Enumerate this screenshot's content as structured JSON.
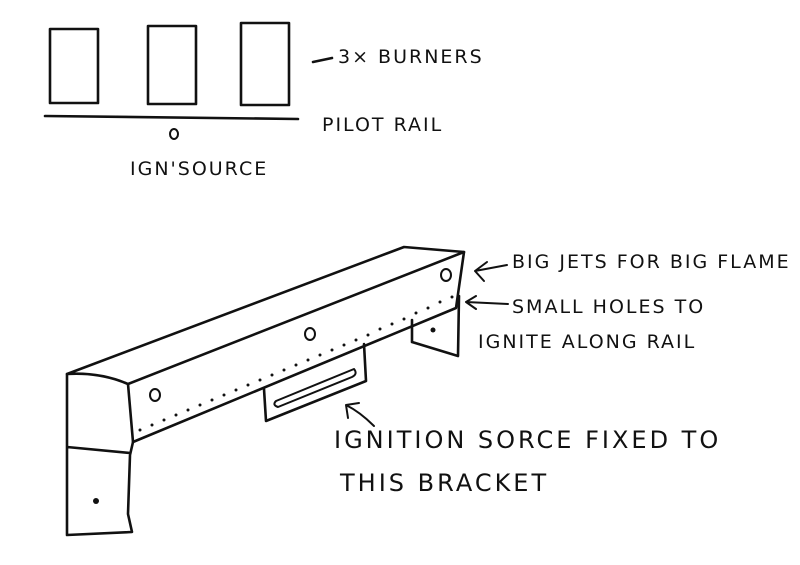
{
  "labels": {
    "burners": "3× BURNERS",
    "pilot_rail": "PILOT RAIL",
    "ign_source": "IGN'SOURCE",
    "big_jets": "BIG JETS FOR BIG FLAME",
    "small_holes_line1": "SMALL HOLES TO",
    "small_holes_line2": "IGNITE ALONG RAIL",
    "ignition_line1": "IGNITION SORCE FIXED TO",
    "ignition_line2": "THIS BRACKET"
  }
}
